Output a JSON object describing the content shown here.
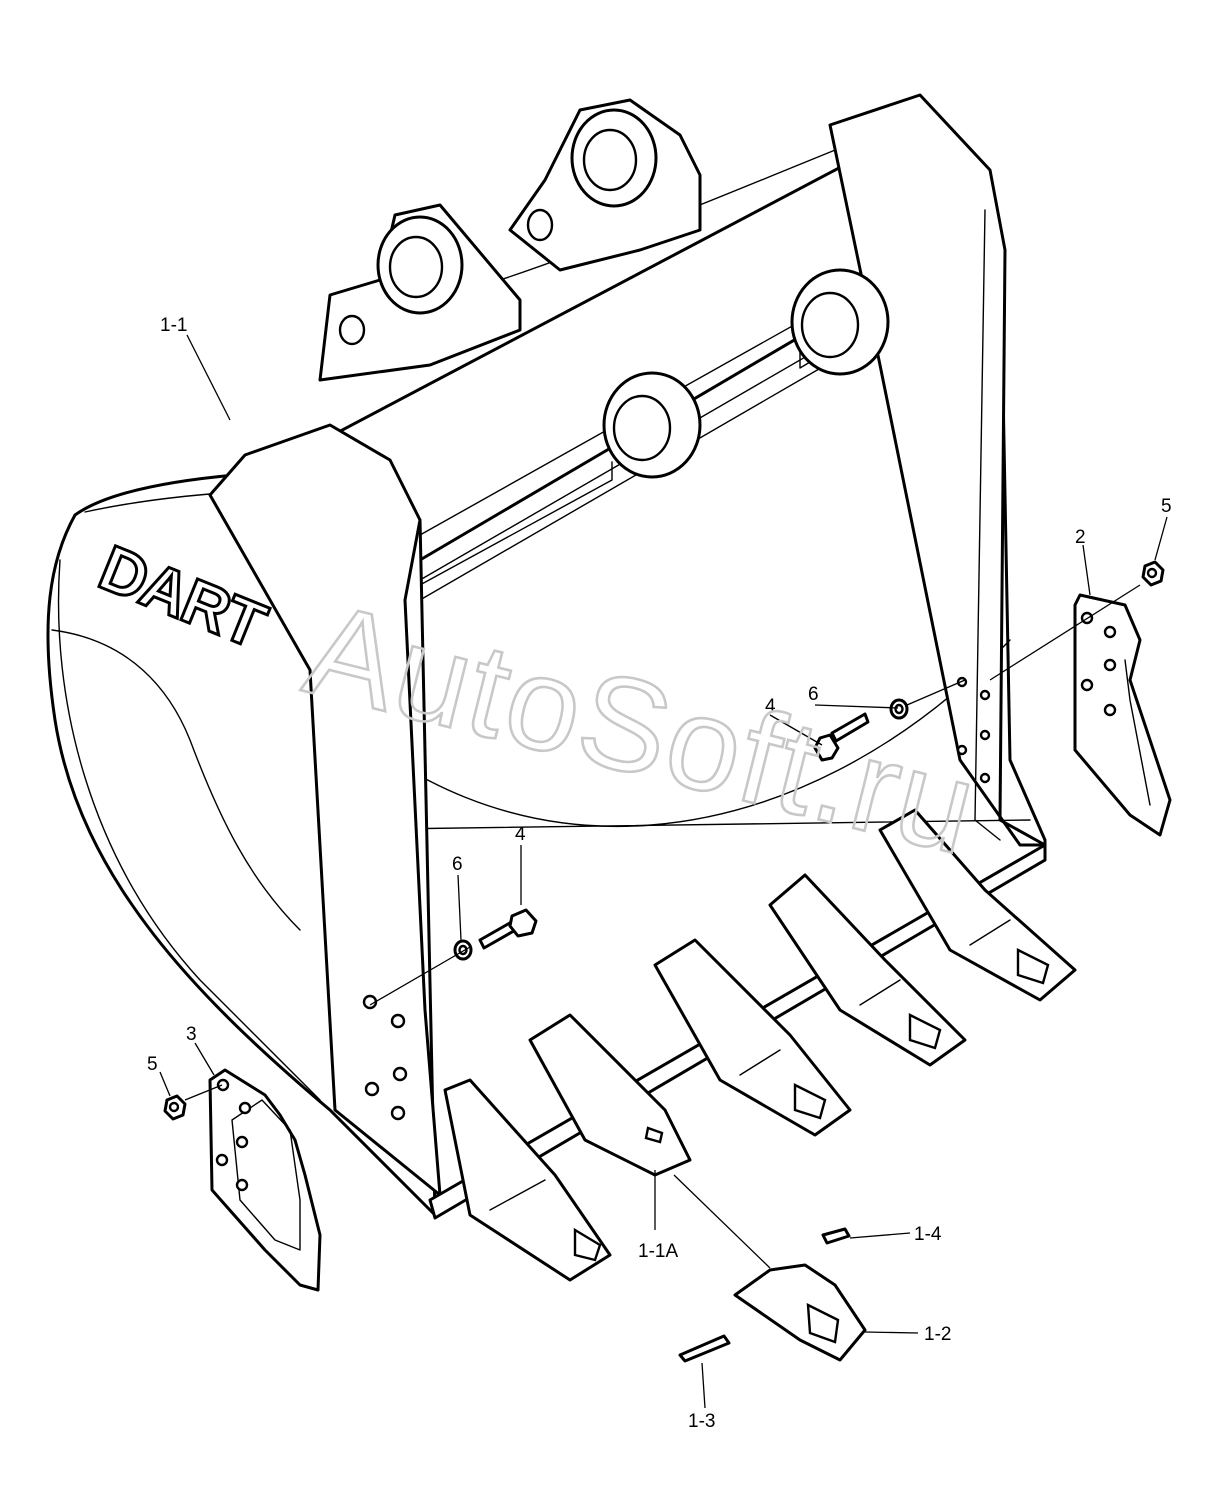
{
  "diagram": {
    "brand_logo": "DART",
    "watermark": "AutoSoft.ru",
    "callouts": {
      "body": "1-1",
      "adapter": "1-1A",
      "tooth": "1-2",
      "pin": "1-3",
      "lock": "1-4",
      "side_cutter_right": "2",
      "side_cutter_left": "3",
      "bolt_right": "4",
      "bolt_left": "4",
      "nut_right": "5",
      "nut_left": "5",
      "washer_right": "6",
      "washer_left": "6"
    }
  }
}
